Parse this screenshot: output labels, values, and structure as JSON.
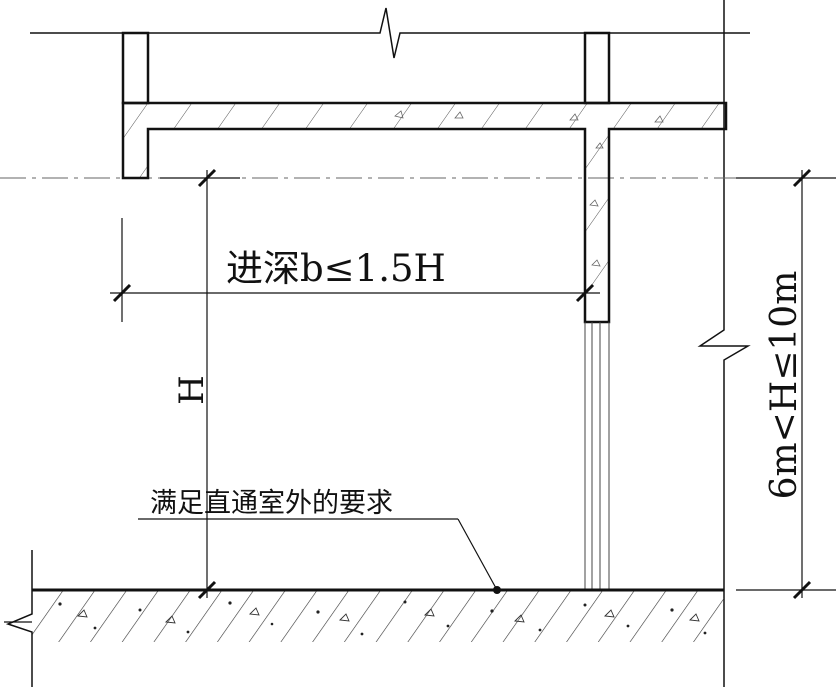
{
  "labels": {
    "depth": "进深b≤1.5H",
    "height": "H",
    "height_range": "6m<H≤10m",
    "ground_note": "满足直通室外的要求"
  },
  "colors": {
    "line": "#111111",
    "hatch": "#444444",
    "dash": "#666666",
    "background": "#ffffff"
  }
}
